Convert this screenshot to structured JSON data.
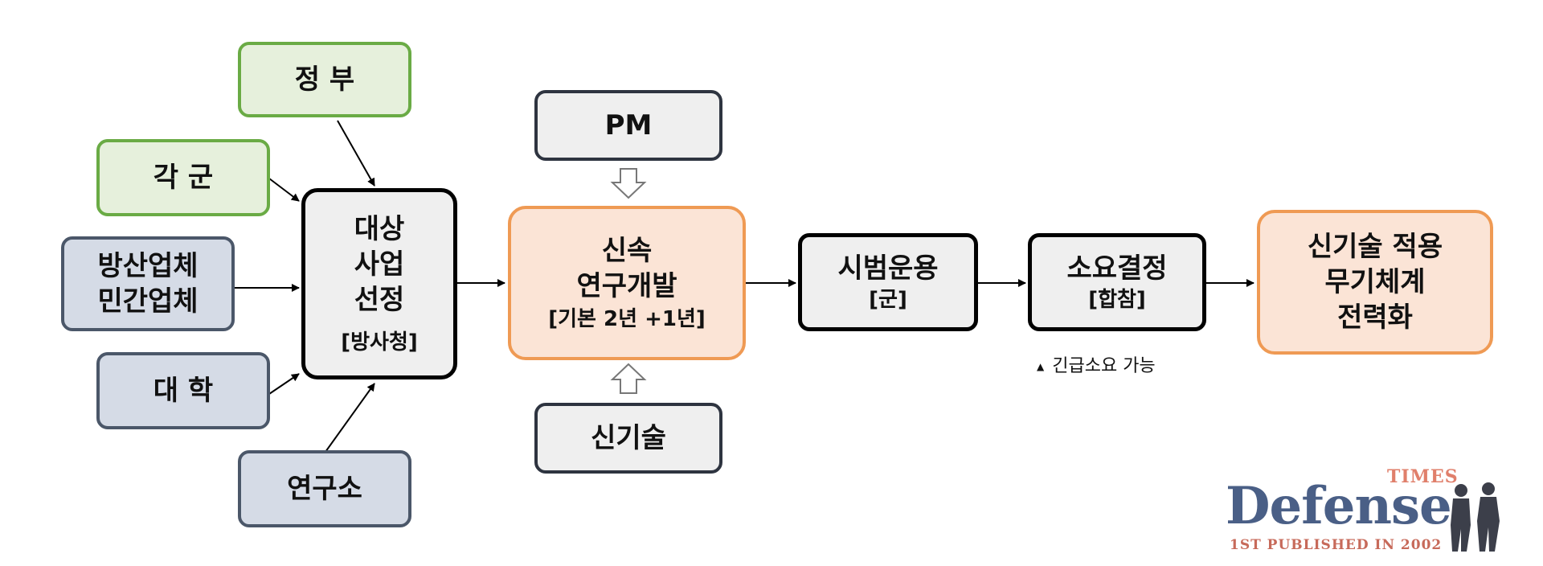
{
  "diagram": {
    "inputs": {
      "government": "정 부",
      "each_military": "각 군",
      "industry_line1": "방산업체",
      "industry_line2": "민간업체",
      "university": "대 학",
      "institute": "연구소"
    },
    "selection": {
      "line1": "대상",
      "line2": "사업",
      "line3": "선정",
      "agency": "[방사청]"
    },
    "pm_label": "PM",
    "new_tech_label": "신기술",
    "rapid_rd": {
      "line1": "신속",
      "line2": "연구개발",
      "period": "[기본 2년 +1년]"
    },
    "trial": {
      "title": "시범운용",
      "sub": "[군]"
    },
    "requirement": {
      "title": "소요결정",
      "sub": "[합참]"
    },
    "urgent_note": "긴급소요 가능",
    "final": {
      "line1": "신기술 적용",
      "line2": "무기체계",
      "line3": "전력화"
    },
    "colors": {
      "green_border": "#6aab45",
      "blue_border": "#4b5769",
      "orange_border": "#ef9a54",
      "orange_fill": "#fbe4d6"
    }
  },
  "logo": {
    "times": "TIMES",
    "name": "Defense",
    "tagline": "1ST PUBLISHED IN 2002"
  }
}
